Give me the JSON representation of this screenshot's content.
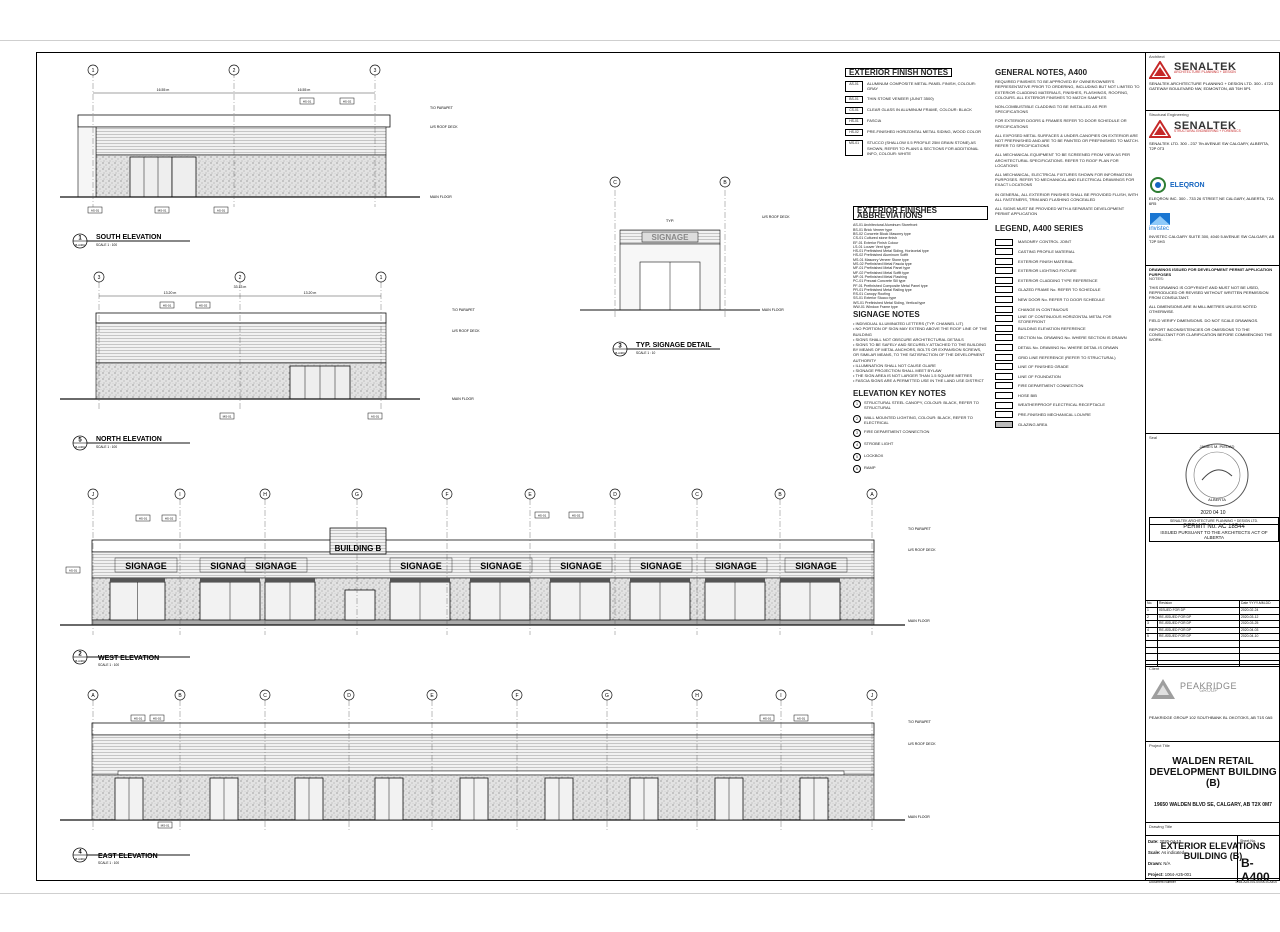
{
  "drawing_views": {
    "south": {
      "number": "1",
      "title": "SOUTH ELEVATION",
      "scale": "SCALE 1 : 100"
    },
    "north": {
      "number": "5",
      "title": "NORTH ELEVATION",
      "scale": "SCALE 1 : 100"
    },
    "west": {
      "number": "2",
      "title": "WEST ELEVATION",
      "scale": "SCALE 1 : 100"
    },
    "east": {
      "number": "4",
      "title": "EAST ELEVATION",
      "scale": "SCALE 1 : 100"
    },
    "signage": {
      "number": "3",
      "title": "TYP. SIGNAGE DETAIL",
      "scale": "SCALE 1 : 10"
    },
    "sheet_ref": "B-A400"
  },
  "levels": {
    "parapet": "T/O PARAPET",
    "roof_deck": "U/S ROOF DECK",
    "main_floor": "MAIN FLOOR"
  },
  "grid_south": [
    "1",
    "2",
    "3"
  ],
  "grid_north": [
    "3",
    "2",
    "1"
  ],
  "grid_west": [
    "J",
    "I",
    "H",
    "G",
    "F",
    "E",
    "D",
    "C",
    "B",
    "A"
  ],
  "grid_east": [
    "A",
    "B",
    "C",
    "D",
    "E",
    "F",
    "G",
    "H",
    "I",
    "J"
  ],
  "grid_signage": [
    "C",
    "B"
  ],
  "signage_label": "SIGNAGE",
  "building_label": "BUILDING B",
  "signage_detail_typ": "TYP.",
  "dimensions": {
    "south_a": "16.55 m",
    "south_b": "16.55 m",
    "north_a": "13.20 m",
    "north_total": "33.13 m",
    "north_b": "13.20 m"
  },
  "tags": {
    "ms01": "MS-01",
    "as01": "AS-01",
    "hs01": "HS-01",
    "hs02": "HS-02"
  },
  "exterior_finish_notes": {
    "title": "EXTERIOR FINISH NOTES",
    "items": [
      {
        "code": "AS-01",
        "text": "ALUMINUM COMPOSITE METAL PANEL FINISH, COLOUR: GRAY"
      },
      {
        "code": "BS-01",
        "text": "THIN STONE VENEER (JUNIT 3500)"
      },
      {
        "code": "CS-01",
        "text": "CLEAR GLASS IN ALUMINUM FRAME, COLOUR: BLACK"
      },
      {
        "code": "HS-01",
        "text": "FASCIA"
      },
      {
        "code": "HS-02",
        "text": "PRE-FINISHED HORIZONTAL METAL SIDING, WOOD COLOR"
      },
      {
        "code": "MS-01",
        "text": "STUCCO (SHALLOW 0.5 PROFILE 25M GRAIN STONE) AS SHOWN, REFER TO PLANS & SECTIONS FOR ADDITIONAL INFO, COLOUR: WHITE"
      }
    ]
  },
  "exterior_finishes_abbreviations": {
    "title": "EXTERIOR FINISHES ABBREVIATIONS",
    "items": [
      "AS-01 Architectural Aluminum Storefront",
      "BS-01 Brick Veneer type",
      "BS-02 Concrete Block Masonry type",
      "CS-01 Cultured stone finish",
      "EF-01 Exterior Finish Colour",
      "LS-01 Louver Vent type",
      "HS-01 Prefinished Metal Siding, Horizontal type",
      "HS-02 Prefinished Aluminum Soffit",
      "MS-01 Masonry Veneer Stone type",
      "MS-02 Prefinished Metal Fascia type",
      "MF-01 Prefinished Metal Panel type",
      "MF-02 Prefinished Metal Soffit type",
      "MP-01 Prefinished Metal Flashing",
      "PC-01 Precast Concrete Sill type",
      "PF-01 Prefinished Composite Metal Panel type",
      "PR-01 Prefinished Metal Railing type",
      "RS-01 Canopy Roofing",
      "SS-01 Exterior Stucco type",
      "WS-01 Prefinished Metal Siding, Vertical type",
      "WW-01 Window Frame type"
    ]
  },
  "signage_notes": {
    "title": "SIGNAGE NOTES",
    "items": [
      "INDIVIDUAL ILLUMINATED LETTERS (TYP. CHANNEL LIT)",
      "NO PORTION OF SIGN MAY EXTEND ABOVE THE ROOF LINE OF THE BUILDING",
      "SIGNS SHALL NOT OBSCURE ARCHITECTURAL DETAILS",
      "SIGNS TO BE SAFELY AND SECURELY ATTACHED TO THE BUILDING BY MEANS OF METAL ANCHORS, BOLTS OR EXPANSION SCREWS, OR SIMILAR MEANS, TO THE SATISFACTION OF THE DEVELOPMENT AUTHORITY",
      "ILLUMINATION SHALL NOT CAUSE GLARE",
      "SIGNAGE PROJECTION SHALL MEET BYLAW",
      "THE SIGN AREA IS NOT LARGER THAN 1.5 SQUARE METRES",
      "FASCIA SIGNS ARE A PERMITTED USE IN THE LAND USE DISTRICT"
    ]
  },
  "elevation_key_notes": {
    "title": "ELEVATION KEY NOTES",
    "items": [
      {
        "num": "1",
        "text": "STRUCTURAL STEEL CANOPY, COLOUR: BLACK, REFER TO STRUCTURAL"
      },
      {
        "num": "2",
        "text": "WALL MOUNTED LIGHTING, COLOUR: BLACK, REFER TO ELECTRICAL"
      },
      {
        "num": "3",
        "text": "FIRE DEPARTMENT CONNECTION"
      },
      {
        "num": "4",
        "text": "STROBE LIGHT"
      },
      {
        "num": "5",
        "text": "LOCKBOX"
      },
      {
        "num": "6",
        "text": "RAMP"
      }
    ]
  },
  "general_notes": {
    "title": "GENERAL NOTES, A400",
    "items": [
      "REQUIRED FINISHES TO BE APPROVED BY OWNER/OWNER'S REPRESENTATIVE PRIOR TO ORDERING, INCLUDING BUT NOT LIMITED TO EXTERIOR CLADDING MATERIALS, FINISHES, FLASHINGS, ROOFING, COLOURS. ALL EXTERIOR FINISHES TO MATCH SAMPLES",
      "NON-COMBUSTIBLE CLADDING TO BE INSTALLED AS PER SPECIFICATIONS",
      "FOR EXTERIOR DOORS & FRAMES REFER TO DOOR SCHEDULE OR SPECIFICATIONS",
      "ALL EXPOSED METAL SURFACES & UNDER-CANOPIES ON EXTERIOR ARE NOT PREFINISHED AND ARE TO BE PAINTED OR PREFINISHED TO MATCH. REFER TO SPECIFICATIONS",
      "ALL MECHANICAL EQUIPMENT TO BE SCREENED FROM VIEW AS PER ARCHITECTURAL SPECIFICATIONS. REFER TO ROOF PLAN FOR LOCATIONS",
      "ALL MECHANICAL, ELECTRICAL FIXTURES SHOWN FOR INFORMATION PURPOSES. REFER TO MECHANICAL AND ELECTRICAL DRAWINGS FOR EXACT LOCATIONS",
      "IN GENERAL, ALL EXTERIOR FINISHES SHALL BE PROVIDED FLUSH, WITH ALL FASTENERS, TRIM AND FLASHING CONCEALED",
      "ALL SIGNS MUST BE PROVIDED WITH A SEPARATE DEVELOPMENT PERMIT APPLICATION"
    ]
  },
  "legend": {
    "title": "LEGEND, A400 SERIES",
    "items": [
      "MASONRY CONTROL JOINT",
      "CASTING PROFILE MATERIAL",
      "EXTERIOR FINISH MATERIAL",
      "EXTERIOR LIGHTING FIXTURE",
      "EXTERIOR CLADDING TYPE REFERENCE",
      "GLAZED FRAME No. REFER TO SCHEDULE",
      "NEW DOOR No. REFER TO DOOR SCHEDULE",
      "CHANGE IN CONTINUOUS",
      "LINE OF CONTINUOUS HORIZONTAL METAL FOR STOREFRONT",
      "BUILDING ELEVATION REFERENCE",
      "SECTION No. DRAWING No. WHERE SECTION IS DRAWN",
      "DETAIL No. DRAWING No. WHERE DETAIL IS DRAWN",
      "GRID LINE REFERENCE (REFER TO STRUCTURAL)",
      "LINE OF FINISHED GRADE",
      "LINE OF FOUNDATION",
      "FIRE DEPARTMENT CONNECTION",
      "HOSE BIB",
      "WEATHERPROOF ELECTRICAL RECEPTACLE",
      "PRE-FINISHED MECHANICAL LOUVRE",
      "GLAZING AREA"
    ]
  },
  "title_block": {
    "architect_label": "Architect",
    "architect_name": "SENALTEK",
    "architect_sub": "ARCHITECTURE PLANNING + DESIGN",
    "architect_address": "SENALTEK ARCHITECTURE PLANNING + DESIGN LTD. 300 - 4723 GATEWAY BOULEVARD NW, EDMONTON, AB T6H 5P1",
    "structural_label": "Structural Engineering",
    "structural_name": "SENALTEK",
    "structural_sub": "STRUCTURAL ENGINEERING + FORENSICS",
    "structural_address": "SENALTEK LTD. 300 - 237 7th AVENUE SW CALGARY, ALBERTA, T2P 0T3",
    "electrical_name": "ELEQRON",
    "electrical_address": "ELEQRON INC. 300 - 733 26 STREET NE CALGARY, ALBERTA, T2A 6R5",
    "mechanical_name": "invistec",
    "mechanical_address": "INVISTEC CALGARY SUITE 300, 4040 5 AVENUE SW CALGARY, AB T2P 5H3",
    "issue_note": "DRAWINGS ISSUED FOR DEVELOPMENT PERMIT APPLICATION PURPOSES",
    "notes_label": "NOTES:",
    "notes": [
      "THIS DRAWING IS COPYRIGHT AND MUST NOT BE USED, REPRODUCED OR REVISED WITHOUT WRITTEN PERMISSION FROM CONSULTANT.",
      "ALL DIMENSIONS ARE IN MILLIMETRES UNLESS NOTED OTHERWISE.",
      "FIELD VERIFY DIMENSIONS. DO NOT SCALE DRAWINGS.",
      "REPORT INCONSISTENCIES OR OMISSIONS TO THE CONSULTANT FOR CLARIFICATION BEFORE COMMENCING THE WORK."
    ],
    "seal_label": "Seal",
    "seal_name": "JAMES M. PIEDAD",
    "seal_state": "ALBERTA",
    "seal_date": "2020 04 10",
    "permit_firm": "SENALTEK ARCHITECTURE PLANNING + DESIGN LTD.",
    "permit_no": "PERMIT No. AC 18544",
    "permit_issued": "ISSUED PURSUANT TO THE ARCHITECTS ACT OF ALBERTA",
    "rev_headers": [
      "No.",
      "Revision",
      "Date YYYY-MM-DD"
    ],
    "revisions": [
      {
        "no": "1",
        "rev": "ISSUED FOR DP",
        "date": "2020-02-24"
      },
      {
        "no": "2",
        "rev": "RE-ISSUED FOR DP",
        "date": "2020-03-12"
      },
      {
        "no": "3",
        "rev": "RE-ISSUED FOR DP",
        "date": "2020-03-25"
      },
      {
        "no": "4",
        "rev": "RE-ISSUED FOR DP",
        "date": "2020-04-03"
      },
      {
        "no": "5",
        "rev": "RE-ISSUED FOR DP",
        "date": "2020-04-10"
      }
    ],
    "client_label": "Client",
    "client_name": "PEAKRIDGE",
    "client_sub": "GROUP",
    "client_address": "PEAKRIDGE GROUP 102 SOUTHBANK BL OKOTOKS, AB T1S 0A5",
    "project_title_label": "Project Title",
    "project_title": "WALDEN RETAIL DEVELOPMENT BUILDING (B)",
    "project_address": "19650 WALDEN BLVD SE, CALGARY, AB T2X 0M7",
    "drawing_title_label": "Drawing Title",
    "drawing_title": "EXTERIOR ELEVATIONS BUILDING (B)",
    "doc_number_label": "Document Number",
    "doc_number": "1064-A25-001-00000-B-A400",
    "date_label": "Date:",
    "date": "2020-04-10",
    "scale_label": "Scale:",
    "scale": "As indicated",
    "drawn_label": "Drawn:",
    "drawn": "N/A",
    "project_label": "Project:",
    "project_no": "1064-A25-001",
    "sheet_label": "Sheet No.",
    "sheet_no": "B-A400"
  },
  "colors": {
    "ink": "#111111",
    "stone": "#d4d4d4",
    "siding": "#c8c8c8",
    "red_logo": "#c62828",
    "glass": "#eeeeee"
  }
}
